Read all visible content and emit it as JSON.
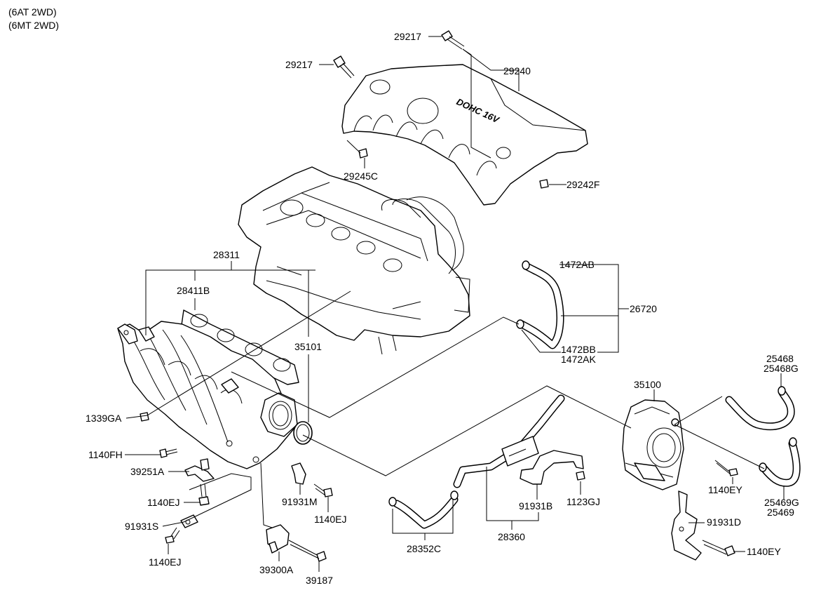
{
  "header": {
    "line1": "(6AT 2WD)",
    "line2": "(6MT 2WD)"
  },
  "cover_text": "DOHC 16V",
  "labels": {
    "p29217a": "29217",
    "p29217b": "29217",
    "p29240": "29240",
    "p29245C": "29245C",
    "p29242F": "29242F",
    "p28311": "28311",
    "p28411B": "28411B",
    "p35101": "35101",
    "p1472AB": "1472AB",
    "p26720": "26720",
    "p1472BB": "1472BB",
    "p1472AK": "1472AK",
    "p25468": "25468",
    "p25468G": "25468G",
    "p35100": "35100",
    "p1339GA": "1339GA",
    "p1140FH": "1140FH",
    "p39251A": "39251A",
    "p1140EJa": "1140EJ",
    "p91931S": "91931S",
    "p1140EJb": "1140EJ",
    "p39300A": "39300A",
    "p39187": "39187",
    "p91931M": "91931M",
    "p1140EJc": "1140EJ",
    "p28352C": "28352C",
    "p28360": "28360",
    "p91931B": "91931B",
    "p1123GJ": "1123GJ",
    "p1140EYa": "1140EY",
    "p25469G": "25469G",
    "p25469": "25469",
    "p91931D": "91931D",
    "p1140EYb": "1140EY"
  }
}
